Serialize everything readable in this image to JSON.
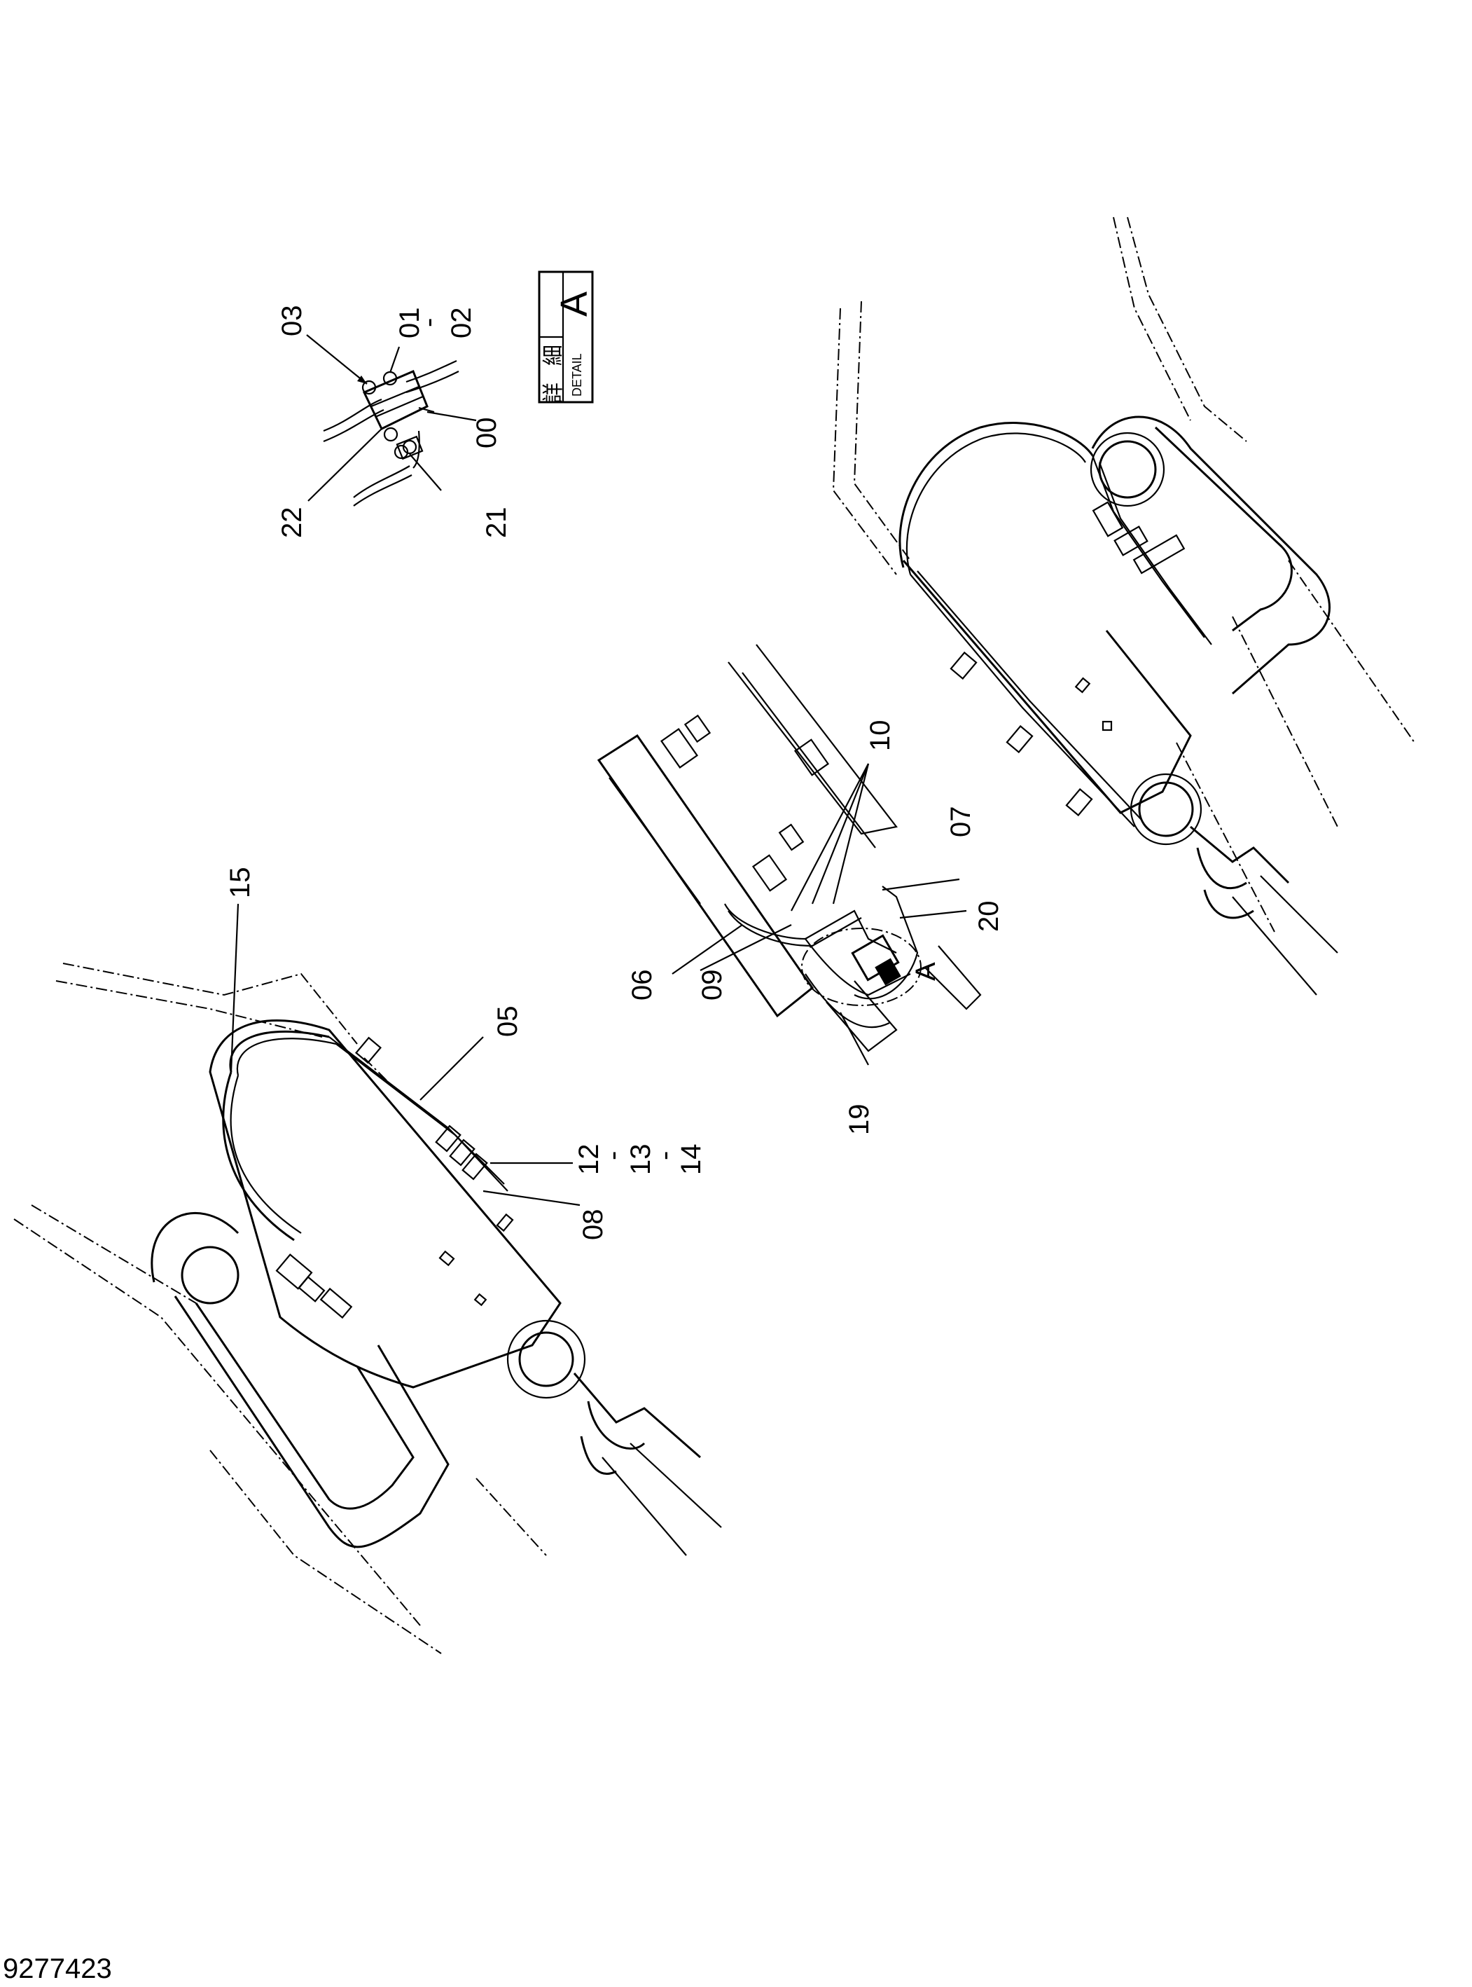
{
  "drawing_number": "9277423",
  "detail_box": {
    "kanji_1": "詳",
    "kanji_2": "細",
    "word": "DETAIL",
    "letter": "A"
  },
  "detail_view_label": "A",
  "callouts": {
    "c00": "00",
    "c01": "01",
    "c01_dash": "-",
    "c02": "02",
    "c03": "03",
    "c05": "05",
    "c06": "06",
    "c07": "07",
    "c08": "08",
    "c09": "09",
    "c10": "10",
    "c12": "12",
    "c12_dash": "-",
    "c13": "13",
    "c13_dash": "-",
    "c14": "14",
    "c15": "15",
    "c19": "19",
    "c20": "20",
    "c21": "21",
    "c22": "22"
  }
}
